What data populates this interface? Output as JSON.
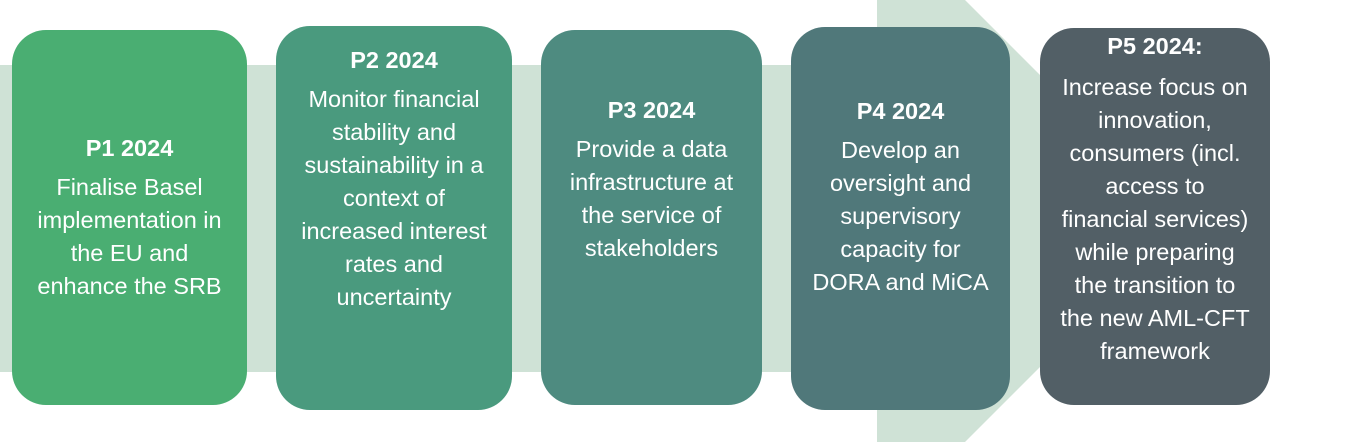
{
  "colors": {
    "arrow": "#cfe2d6",
    "p1": "#4aae72",
    "p2": "#4a9a7e",
    "p3": "#4e8b80",
    "p4": "#50787a",
    "p5": "#525f66"
  },
  "priorities": [
    {
      "title": "P1 2024",
      "text": "Finalise Basel implementation in the EU and enhance the SRB"
    },
    {
      "title": "P2 2024",
      "text": "Monitor financial stability and sustainability in a context of increased interest rates and uncertainty"
    },
    {
      "title": "P3 2024",
      "text": "Provide a data infrastructure at the service of stakeholders"
    },
    {
      "title": "P4 2024",
      "text": "Develop an oversight and supervisory capacity for DORA and MiCA"
    },
    {
      "title": "P5 2024:",
      "text": "Increase focus on innovation, consumers (incl. access to financial services) while preparing the transition to the new AML-CFT framework"
    }
  ]
}
